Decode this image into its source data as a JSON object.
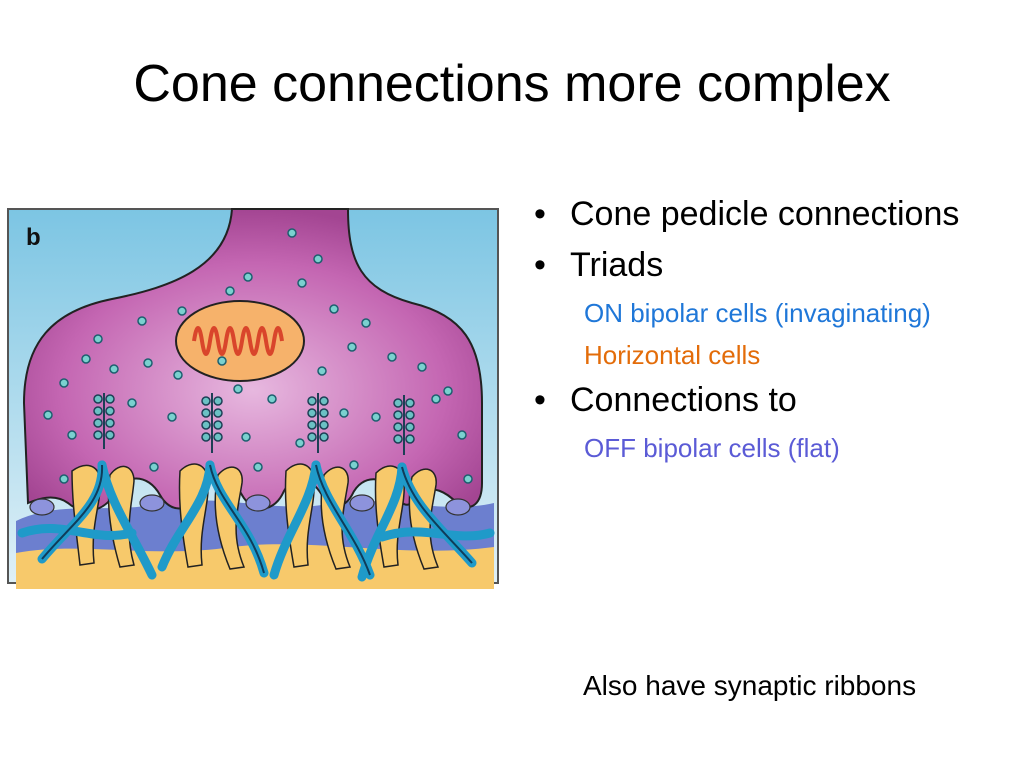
{
  "slide": {
    "title": "Cone connections more complex",
    "figure_label": "b",
    "bullets": [
      {
        "text": "Cone pedicle connections"
      },
      {
        "text": "Triads"
      },
      {
        "text": "ON bipolar cells (invaginating)"
      },
      {
        "text": "Horizontal cells"
      },
      {
        "text": "Connections to"
      },
      {
        "text": "OFF bipolar cells (flat)"
      }
    ],
    "note": "Also have synaptic ribbons"
  },
  "colors": {
    "on_bipolar": "#1f77d8",
    "horizontal": "#e36c09",
    "off_bipolar": "#5b5bd6",
    "pedicle": "#b84fa0",
    "mitochondrion": "#f6b26b",
    "background_cell": "#8fcfe6",
    "dendrite_blue": "#1f9ac9",
    "dendrite_yellow": "#f7c96b"
  },
  "icons": {
    "bullet": "•"
  }
}
